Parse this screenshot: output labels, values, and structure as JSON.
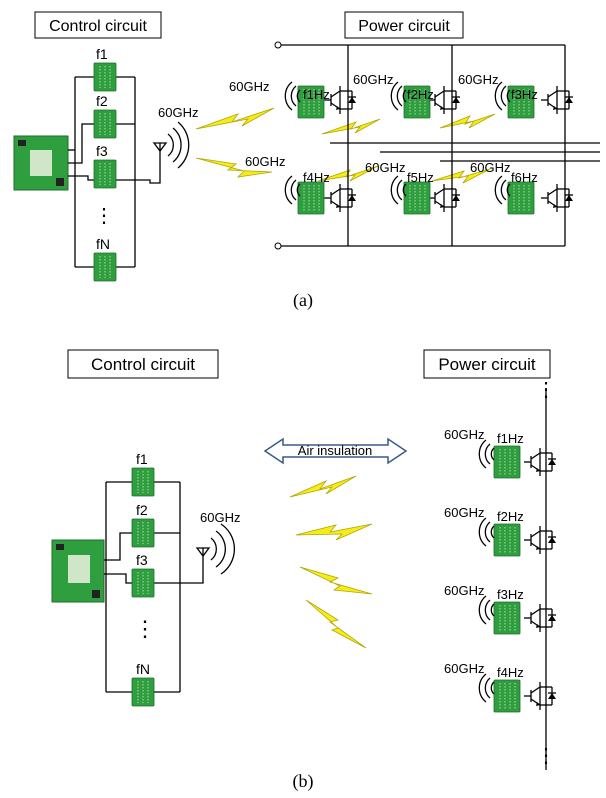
{
  "panel_a": {
    "control_title": "Control circuit",
    "power_title": "Power circuit",
    "freq_labels": [
      "f1",
      "f2",
      "f3",
      "fN"
    ],
    "dots": "⋮",
    "link_labels": [
      "60GHz",
      "60GHz"
    ],
    "ant_labels": [
      "60GHz",
      "60GHz",
      "60GHz",
      "60GHz",
      "60GHz"
    ],
    "receivers": [
      "f1Hz",
      "f2Hz",
      "f3Hz",
      "f4Hz",
      "f5Hz",
      "f6Hz"
    ],
    "caption": "(a)"
  },
  "panel_b": {
    "control_title": "Control circuit",
    "power_title": "Power circuit",
    "freq_labels": [
      "f1",
      "f2",
      "f3",
      "fN"
    ],
    "dots": "⋮",
    "ant_label": "60GHz",
    "air_label": "Air insulation",
    "rx_ant_labels": [
      "60GHz",
      "60GHz",
      "60GHz",
      "60GHz"
    ],
    "receivers": [
      "f1Hz",
      "f2Hz",
      "f3Hz",
      "f4Hz"
    ],
    "caption": "(b)"
  },
  "colors": {
    "board": "#2f9e3f",
    "bolt": "#f5ec1a",
    "arrow": "#3b5a86"
  }
}
